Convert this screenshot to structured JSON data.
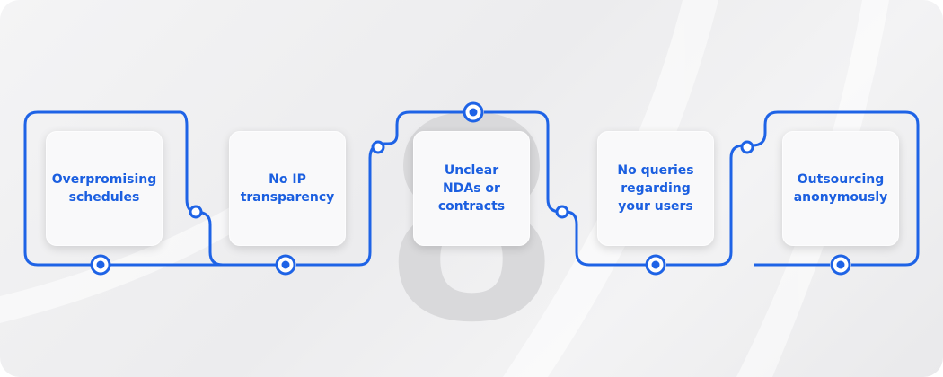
{
  "colors": {
    "accent": "#1e63e6",
    "card_text": "#1b5fe0",
    "watermark": "#d7d7d9"
  },
  "watermark": {
    "text": "8"
  },
  "steps": [
    {
      "label": "Overpromising schedules"
    },
    {
      "label": "No IP transparency"
    },
    {
      "label": "Unclear NDAs or contracts"
    },
    {
      "label": "No queries regarding your users"
    },
    {
      "label": "Outsourcing anonymously"
    }
  ]
}
